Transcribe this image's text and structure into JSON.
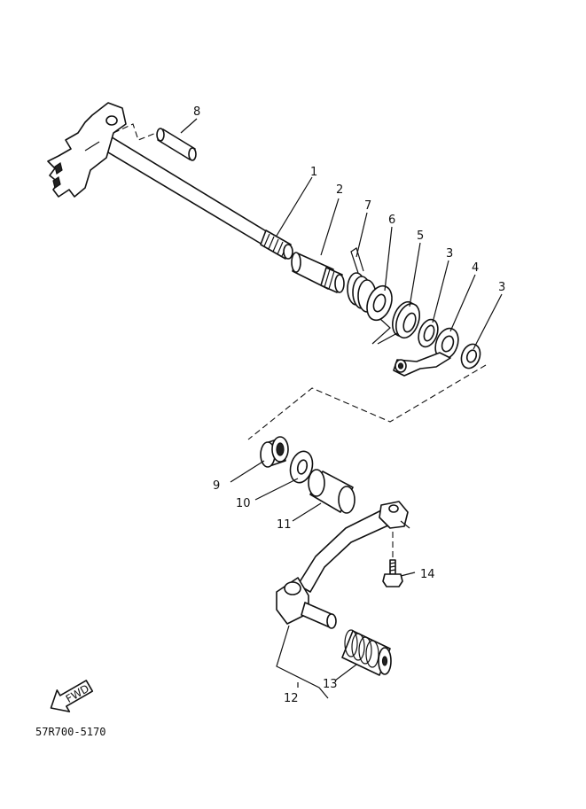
{
  "diagram": {
    "callouts": [
      "1",
      "2",
      "3",
      "3",
      "4",
      "5",
      "6",
      "7",
      "8",
      "9",
      "10",
      "11",
      "12",
      "13",
      "14"
    ],
    "fwd_label": "FWD",
    "diagram_code": "57R700-5170"
  }
}
